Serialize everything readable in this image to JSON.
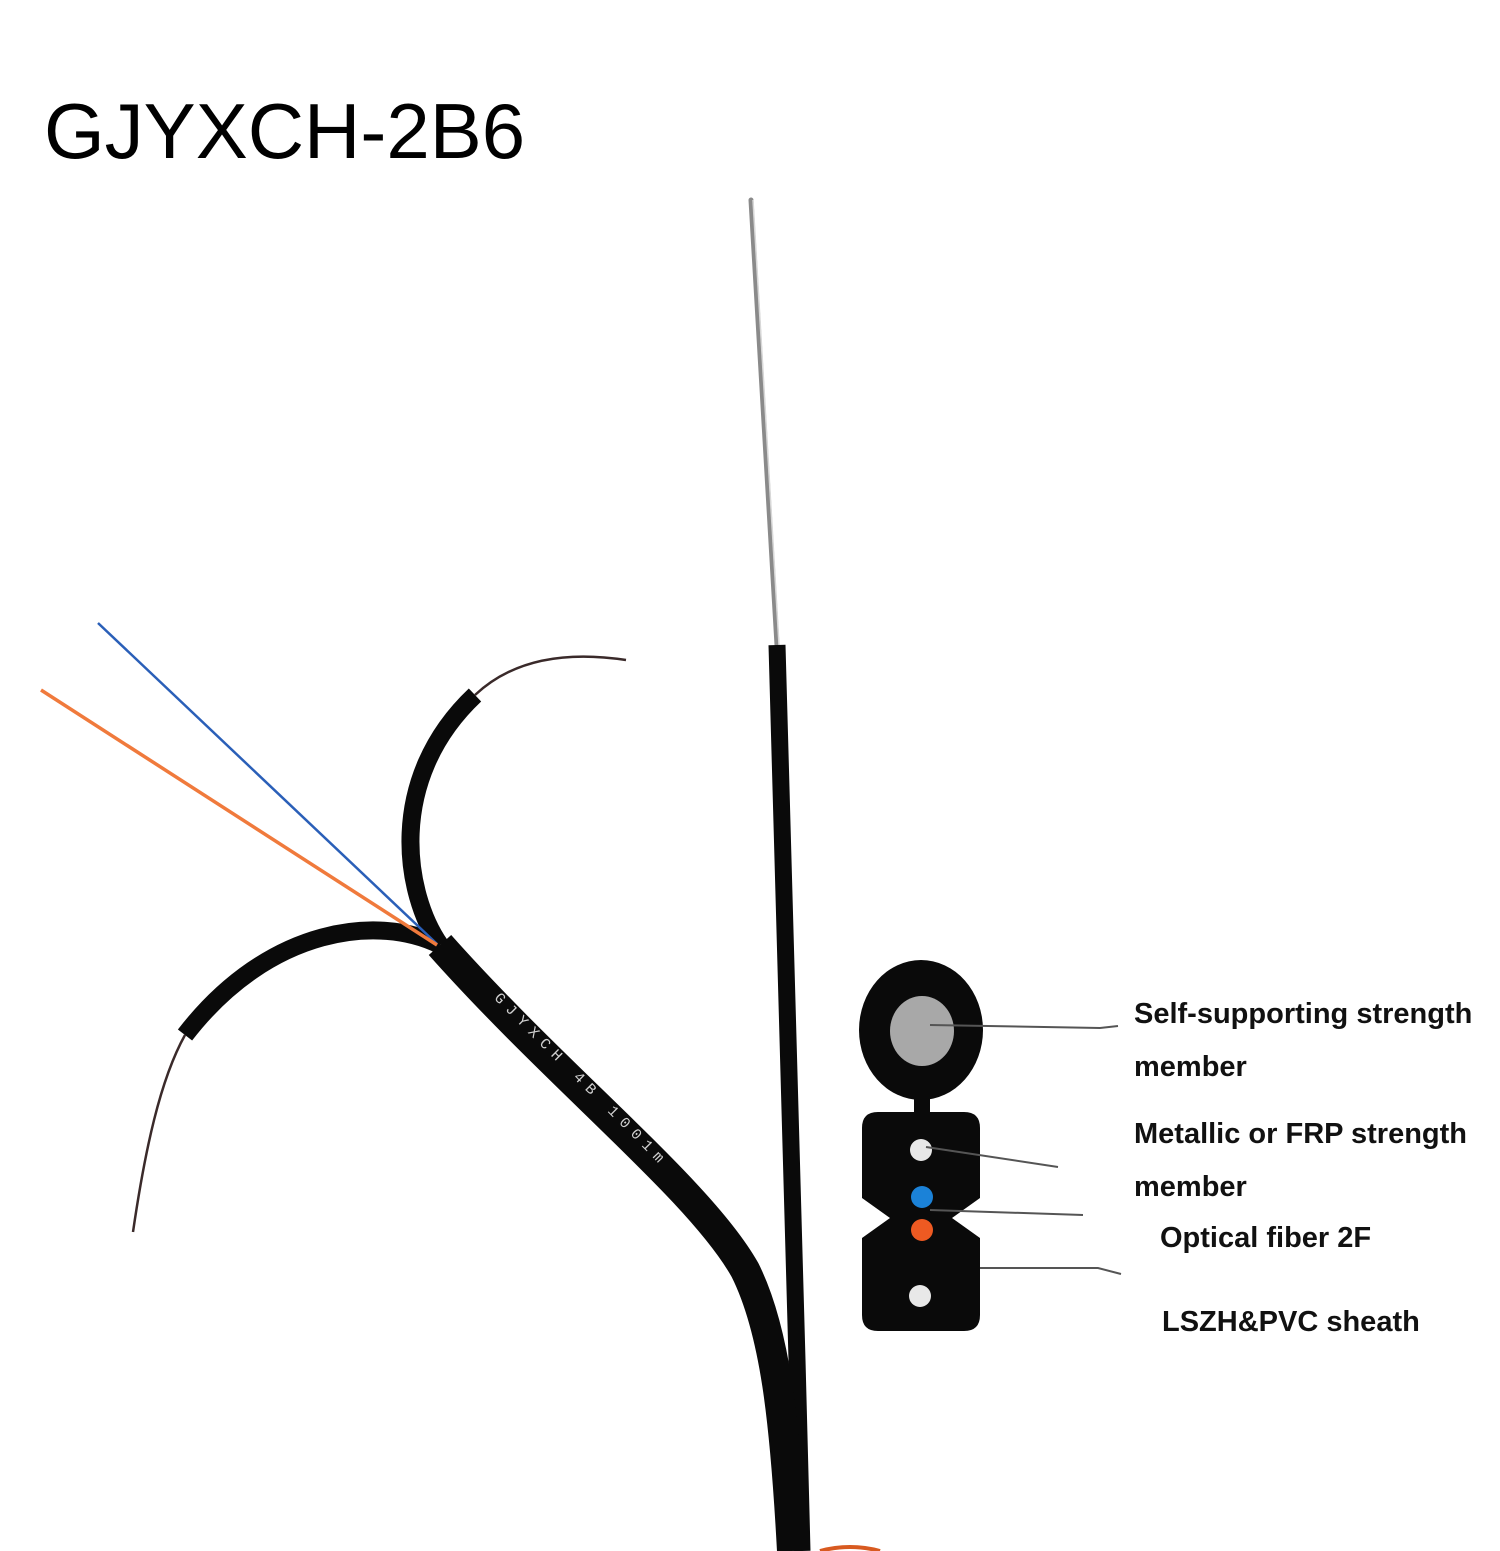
{
  "title": "GJYXCH-2B6",
  "cable_print": "GJYXCH 4B 1001m",
  "labels": {
    "self_supporting_line1": "Self-supporting strength",
    "self_supporting_line2": "member",
    "metallic_line1": "Metallic or FRP strength",
    "metallic_line2": "member",
    "optical_fiber": "Optical fiber 2F",
    "sheath": "LSZH&PVC sheath"
  },
  "colors": {
    "cable": "#0a0a0a",
    "fiber_blue": "#1b82d8",
    "fiber_orange": "#ee5a22",
    "messenger_wire": "#9a9a9a",
    "strength_member": "#a8a8a8",
    "leader_line": "#444444"
  }
}
